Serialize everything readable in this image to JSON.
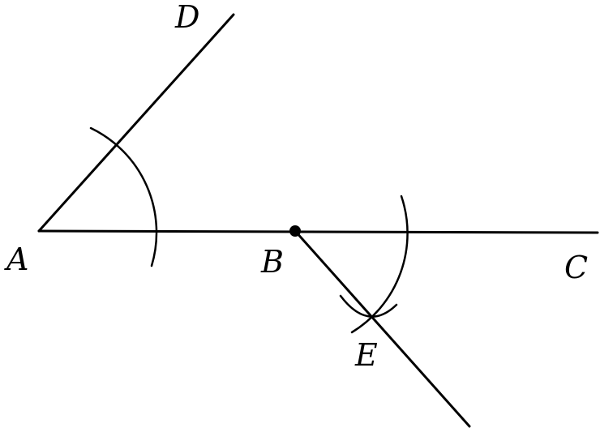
{
  "diagram": {
    "labels": {
      "A": "A",
      "B": "B",
      "C": "C",
      "D": "D",
      "E": "E"
    },
    "colors": {
      "ink": "#000000",
      "background": "#ffffff"
    }
  }
}
